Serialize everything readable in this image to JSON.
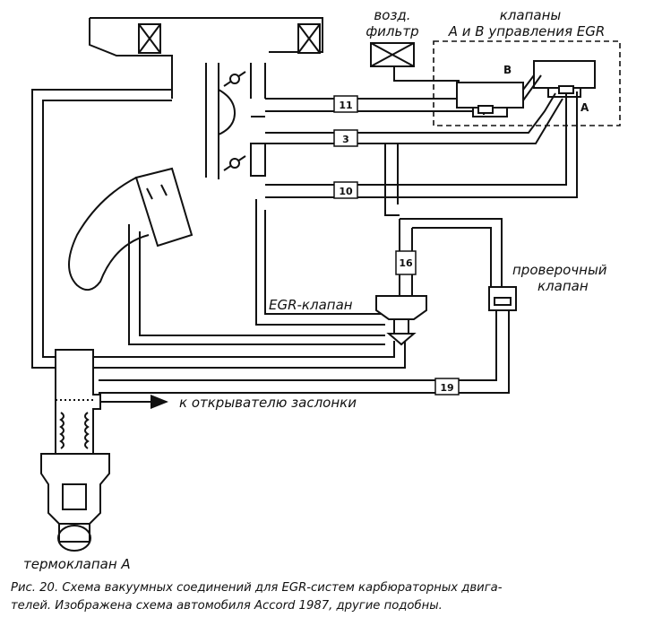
{
  "labels": {
    "air_filter_line1": "возд.",
    "air_filter_line2": "фильтр",
    "valves_line1": "клапаны",
    "valves_line2": "А и В управления EGR",
    "valve_b": "В",
    "valve_a": "А",
    "egr_valve": "EGR-клапан",
    "check_valve_line1": "проверочный",
    "check_valve_line2": "клапан",
    "to_throttle_opener": "к открывателю заслонки",
    "thermovalve": "термоклапан А"
  },
  "hose_numbers": {
    "h11": "11",
    "h3": "3",
    "h10": "10",
    "h16": "16",
    "h19": "19"
  },
  "caption": {
    "line1": "Рис. 20.  Схема вакуумных соединений для EGR-систем карбюраторных двига-",
    "line2": "телей. Изображена схема автомобиля Accord 1987, другие подобны."
  }
}
